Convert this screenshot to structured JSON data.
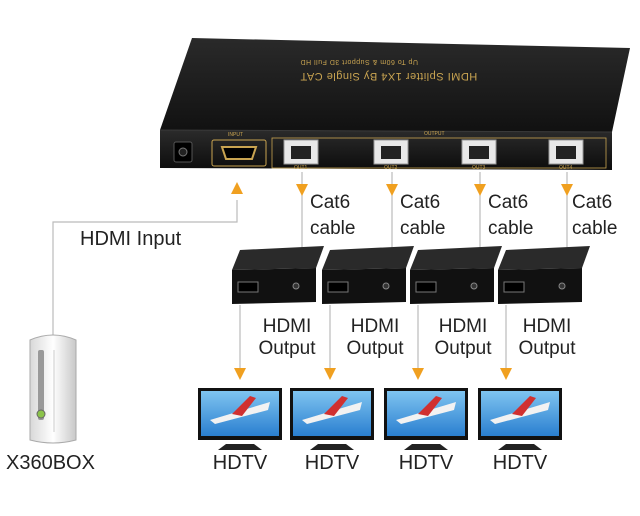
{
  "device": {
    "title": "HDMI Splitter 1X4 By Single CAT",
    "subtitle": "Up To 60m & Support 3D Full HD",
    "input_label": "INPUT",
    "output_label": "OUTPUT",
    "port_labels": [
      "OUT1",
      "OUT2",
      "OUT3",
      "OUT4"
    ]
  },
  "labels": {
    "hdmi_input": "HDMI Input",
    "source": "X360BOX",
    "cat6": [
      {
        "line1": "Cat6",
        "line2": "cable"
      },
      {
        "line1": "Cat6",
        "line2": "cable"
      },
      {
        "line1": "Cat6",
        "line2": "cable"
      },
      {
        "line1": "Cat6",
        "line2": "cable"
      }
    ],
    "hdmi_output": [
      {
        "line1": "HDMI",
        "line2": "Output"
      },
      {
        "line1": "HDMI",
        "line2": "Output"
      },
      {
        "line1": "HDMI",
        "line2": "Output"
      },
      {
        "line1": "HDMI",
        "line2": "Output"
      }
    ],
    "hdtv": [
      "HDTV",
      "HDTV",
      "HDTV",
      "HDTV"
    ]
  },
  "colors": {
    "arrow": "#f0a020",
    "device": "#1b1b1b",
    "device_text": "#c9a451",
    "line": "#bbbbbb"
  }
}
